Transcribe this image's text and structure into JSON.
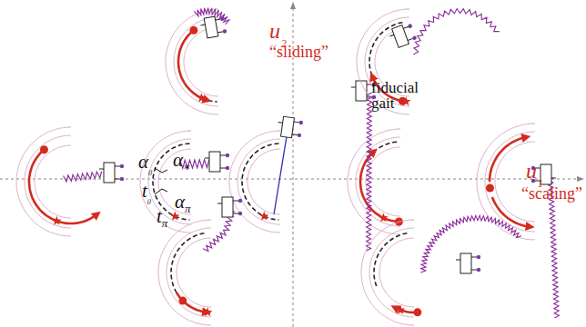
{
  "diagram": {
    "labels": [
      "u₂",
      "“sliding”",
      "u₁",
      "“scaling”",
      "fiducial gait",
      "α₀",
      "t₀",
      "α∗",
      "απ",
      "tπ"
    ]
  }
}
